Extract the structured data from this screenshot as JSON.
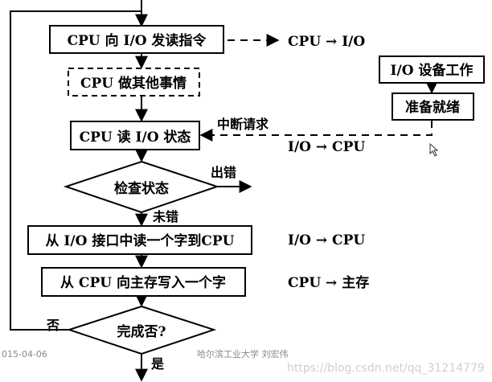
{
  "boxes": {
    "cpu_send_read": "CPU 向 I/O 发读指令",
    "cpu_other": "CPU 做其他事情",
    "cpu_read_status": "CPU 读 I/O 状态",
    "io_device_work": "I/O 设备工作",
    "ready": "准备就绪",
    "read_word": "从 I/O 接口中读一个字到CPU",
    "write_word": "从 CPU 向主存写入一个字"
  },
  "decisions": {
    "check_status": "检查状态",
    "complete": "完成否?"
  },
  "labels": {
    "cpu_to_io": "CPU → I/O",
    "interrupt_request": "中断请求",
    "io_to_cpu_1": "I/O → CPU",
    "error": "出错",
    "not_error": "未错",
    "io_to_cpu_2": "I/O → CPU",
    "cpu_to_memory": "CPU → 主存",
    "no": "否",
    "yes": "是"
  },
  "footer": {
    "date": "015-04-06",
    "credit": "哈尔滨工业大学 刘宏伟",
    "watermark": "https://blog.csdn.net/qq_31214779"
  }
}
